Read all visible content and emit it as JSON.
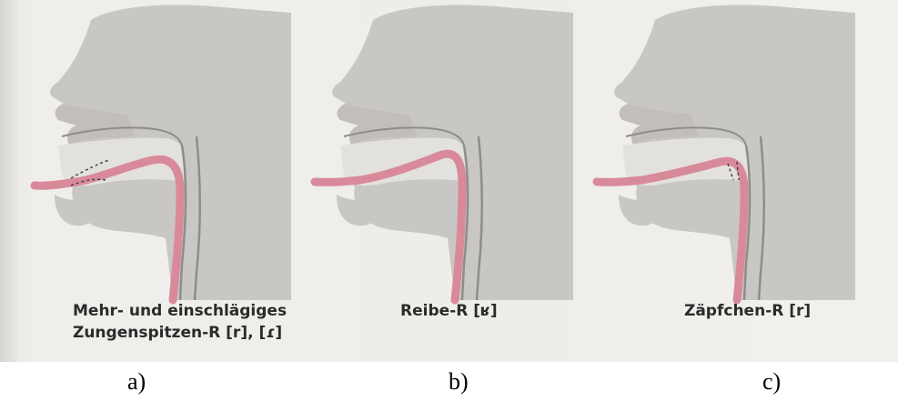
{
  "panels": [
    {
      "id": "a",
      "caption_line1": "Mehr- und einschlägiges",
      "caption_line2": "Zungenspitzen-R [r], [ɾ]",
      "label": "a)"
    },
    {
      "id": "b",
      "caption_line1": "Reibe-R [ʁ]",
      "label": "b)"
    },
    {
      "id": "c",
      "caption_line1": "Zäpfchen-R [r]",
      "label": "c)"
    }
  ],
  "colors": {
    "head_fill": "#c9c7c4",
    "head_shadow": "#b9b7b4",
    "tract_outline": "#8f8d8a",
    "tongue": "#d98a9a",
    "tongue_dark": "#c56b80",
    "page": "#eeede9"
  }
}
